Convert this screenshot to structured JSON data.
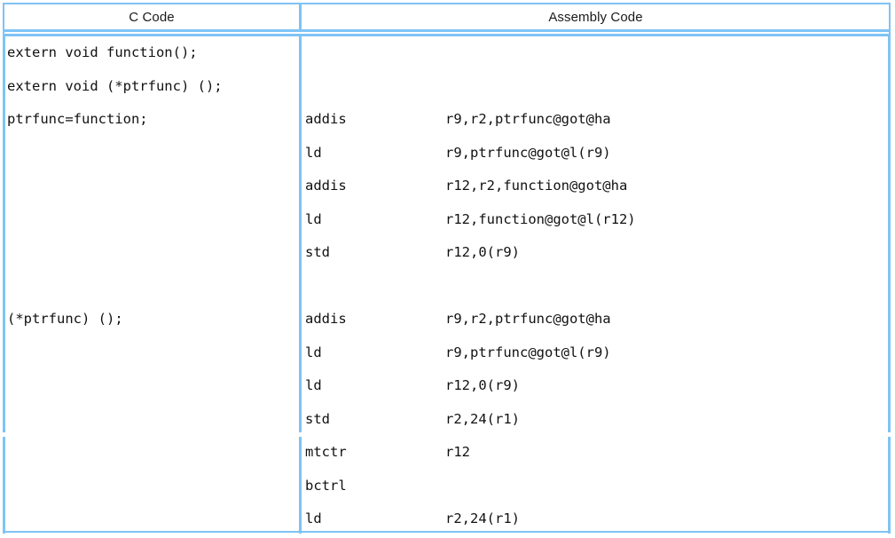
{
  "table": {
    "columns": [
      {
        "id": "c-code",
        "header": "C Code"
      },
      {
        "id": "assembly",
        "header": "Assembly Code"
      }
    ],
    "border_color": "#7fc3f5",
    "text_color": "#111111",
    "background": "#ffffff"
  },
  "c_code": {
    "lines": [
      "extern void function();",
      "extern void (*ptrfunc) ();",
      "ptrfunc=function;",
      "",
      "",
      "",
      "",
      "",
      "(*ptrfunc) ();",
      "",
      "",
      "",
      "",
      "",
      ""
    ]
  },
  "assembly": {
    "lines": [
      {
        "mnemonic": "",
        "operands": ""
      },
      {
        "mnemonic": "",
        "operands": ""
      },
      {
        "mnemonic": "addis",
        "operands": "r9,r2,ptrfunc@got@ha"
      },
      {
        "mnemonic": "ld",
        "operands": "r9,ptrfunc@got@l(r9)"
      },
      {
        "mnemonic": "addis",
        "operands": "r12,r2,function@got@ha"
      },
      {
        "mnemonic": "ld",
        "operands": "r12,function@got@l(r12)"
      },
      {
        "mnemonic": "std",
        "operands": "r12,0(r9)"
      },
      {
        "mnemonic": "",
        "operands": ""
      },
      {
        "mnemonic": "addis",
        "operands": "r9,r2,ptrfunc@got@ha"
      },
      {
        "mnemonic": "ld",
        "operands": "r9,ptrfunc@got@l(r9)"
      },
      {
        "mnemonic": "ld",
        "operands": "r12,0(r9)"
      },
      {
        "mnemonic": "std",
        "operands": "r2,24(r1)"
      },
      {
        "mnemonic": "mtctr",
        "operands": "r12"
      },
      {
        "mnemonic": "bctrl",
        "operands": ""
      },
      {
        "mnemonic": "ld",
        "operands": "r2,24(r1)"
      }
    ]
  }
}
